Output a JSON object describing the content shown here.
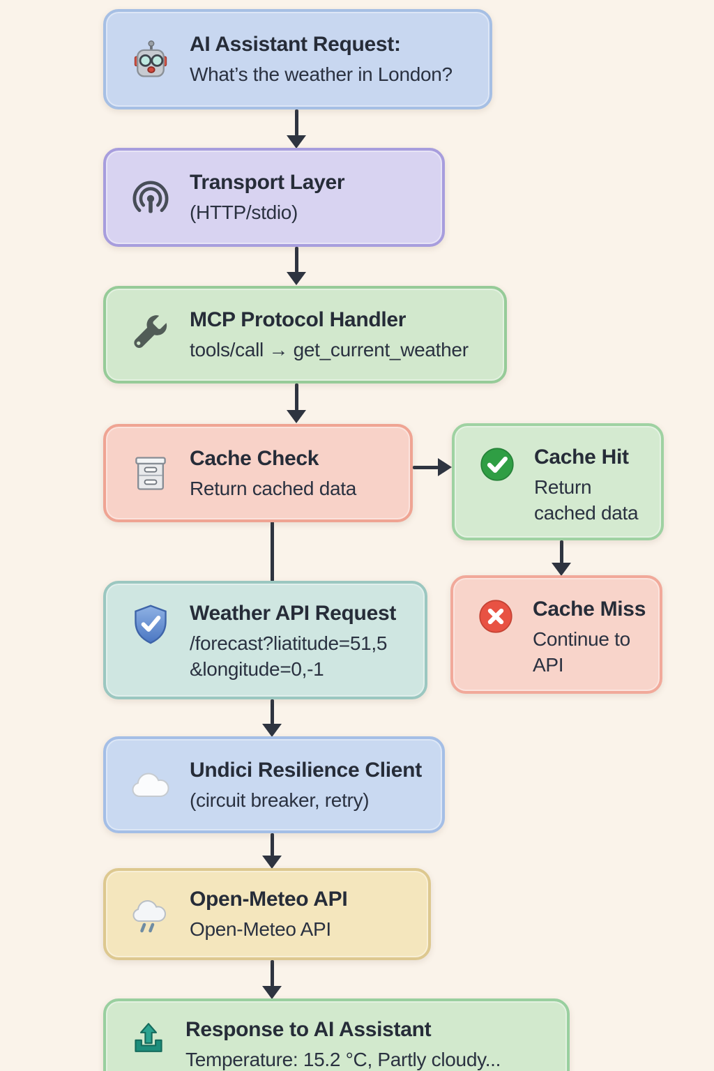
{
  "canvas": {
    "background": "#faf3ea",
    "connector_color": "#2e3440",
    "text_color": "#262c38"
  },
  "status_colors": {
    "success_green": "#2f9e44",
    "error_red": "#e85243",
    "shield_blue": "#4a76c2",
    "outbox_teal": "#1d8d7b"
  },
  "nodes": [
    {
      "id": "ai-request",
      "icon": "robot-icon",
      "title": "AI Assistant Request:",
      "subtitle": "What’s the weather in London?",
      "fill": "#c8d7f0",
      "border": "#a6bfe4"
    },
    {
      "id": "transport-layer",
      "icon": "antenna-icon",
      "title": "Transport Layer",
      "subtitle": "(HTTP/stdio)",
      "fill": "#d8d3f1",
      "border": "#a79ddd"
    },
    {
      "id": "mcp-protocol-handler",
      "icon": "wrench-icon",
      "title": "MCP Protocol Handler",
      "subtitle": "tools/call → get_current_weather",
      "fill": "#d2e8cd",
      "border": "#96cb98"
    },
    {
      "id": "cache-check",
      "icon": "cabinet-icon",
      "title": "Cache Check",
      "subtitle": "Return cached data",
      "fill": "#f8d2c8",
      "border": "#efa493"
    },
    {
      "id": "cache-hit",
      "icon": "check-circle-icon",
      "title": "Cache Hit",
      "subtitle": "Return\ncached data",
      "fill": "#d4ead0",
      "border": "#9fd2a2"
    },
    {
      "id": "cache-miss",
      "icon": "x-circle-icon",
      "title": "Cache Miss",
      "subtitle": "Continue to\nAPI",
      "fill": "#f8d4ca",
      "border": "#f1a99a"
    },
    {
      "id": "weather-api-request",
      "icon": "shield-check-icon",
      "title": "Weather API Request",
      "subtitle": "/forecast?liatitude=51,5\n&longitude=0,-1",
      "fill": "#cfe6e1",
      "border": "#9bc7c0"
    },
    {
      "id": "undici-resilience-client",
      "icon": "cloud-icon",
      "title": "Undici Resilience Client",
      "subtitle": "(circuit breaker, retry)",
      "fill": "#c9d9f1",
      "border": "#a4bee6"
    },
    {
      "id": "open-meteo-api",
      "icon": "rain-cloud-icon",
      "title": "Open-Meteo API",
      "subtitle": "Open-Meteo API",
      "fill": "#f4e6bd",
      "border": "#ddc88f"
    },
    {
      "id": "response-to-ai",
      "icon": "outbox-icon",
      "title": "Response to AI Assistant",
      "subtitle": "Temperature: 15.2 °C, Partly cloudy...",
      "fill": "#d2e9cd",
      "border": "#99cf9f"
    }
  ],
  "edges": [
    {
      "from": "ai-request",
      "to": "transport-layer"
    },
    {
      "from": "transport-layer",
      "to": "mcp-protocol-handler"
    },
    {
      "from": "mcp-protocol-handler",
      "to": "cache-check"
    },
    {
      "from": "cache-check",
      "to": "cache-hit"
    },
    {
      "from": "cache-hit",
      "to": "cache-miss"
    },
    {
      "from": "cache-check",
      "to": "weather-api-request"
    },
    {
      "from": "weather-api-request",
      "to": "undici-resilience-client"
    },
    {
      "from": "undici-resilience-client",
      "to": "open-meteo-api"
    },
    {
      "from": "open-meteo-api",
      "to": "response-to-ai"
    }
  ]
}
